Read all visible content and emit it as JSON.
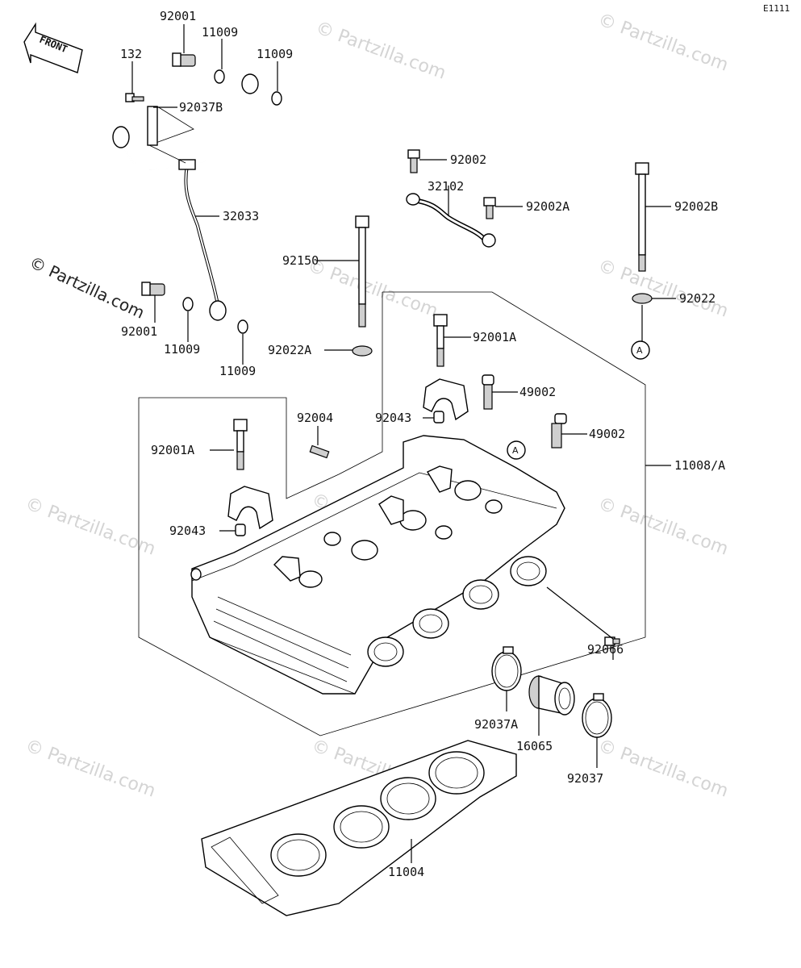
{
  "diagram_code": "E1111",
  "front_label": "FRONT",
  "circle_marker": "A",
  "watermarks": {
    "small": "© Partzilla.com",
    "large": "© Partzilla.com"
  },
  "part_labels": [
    {
      "id": "p92001a",
      "text": "92001"
    },
    {
      "id": "p11009a",
      "text": "11009"
    },
    {
      "id": "p11009b",
      "text": "11009"
    },
    {
      "id": "p132",
      "text": "132"
    },
    {
      "id": "p92037b",
      "text": "92037B"
    },
    {
      "id": "p32033",
      "text": "32033"
    },
    {
      "id": "p92001b",
      "text": "92001"
    },
    {
      "id": "p11009c",
      "text": "11009"
    },
    {
      "id": "p11009d",
      "text": "11009"
    },
    {
      "id": "p92002",
      "text": "92002"
    },
    {
      "id": "p32102",
      "text": "32102"
    },
    {
      "id": "p92002a",
      "text": "92002A"
    },
    {
      "id": "p92002b",
      "text": "92002B"
    },
    {
      "id": "p92150",
      "text": "92150"
    },
    {
      "id": "p92022",
      "text": "92022"
    },
    {
      "id": "p92022a",
      "text": "92022A"
    },
    {
      "id": "p92001a2",
      "text": "92001A"
    },
    {
      "id": "p49002a",
      "text": "49002"
    },
    {
      "id": "p92004",
      "text": "92004"
    },
    {
      "id": "p92043a",
      "text": "92043"
    },
    {
      "id": "p49002b",
      "text": "49002"
    },
    {
      "id": "p92001a3",
      "text": "92001A"
    },
    {
      "id": "p11008a",
      "text": "11008/A"
    },
    {
      "id": "p92043b",
      "text": "92043"
    },
    {
      "id": "p92066",
      "text": "92066"
    },
    {
      "id": "p92037a",
      "text": "92037A"
    },
    {
      "id": "p16065",
      "text": "16065"
    },
    {
      "id": "p92037",
      "text": "92037"
    },
    {
      "id": "p11004",
      "text": "11004"
    }
  ]
}
